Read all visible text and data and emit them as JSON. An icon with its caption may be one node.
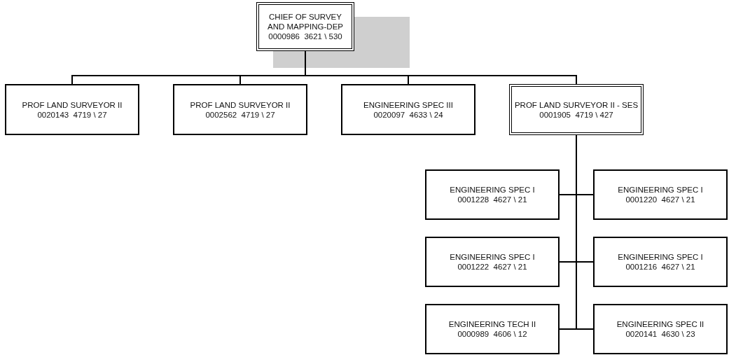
{
  "diagram": {
    "nodes": [
      {
        "text": [
          "CHIEF OF SURVEY AND MAPPING-DEP",
          "0000986  3621 \\ 530"
        ]
      },
      {
        "text": [
          "PROF LAND SURVEYOR II",
          "0020143  4719 \\ 27"
        ]
      },
      {
        "text": [
          "PROF LAND SURVEYOR II",
          "0002562  4719 \\ 27"
        ]
      },
      {
        "text": [
          "ENGINEERING SPEC III",
          "0020097  4633 \\ 24"
        ]
      },
      {
        "text": [
          "PROF LAND SURVEYOR II - SES",
          "0001905  4719 \\ 427"
        ]
      },
      {
        "text": [
          "ENGINEERING SPEC I",
          "0001228  4627 \\ 21"
        ]
      },
      {
        "text": [
          "ENGINEERING SPEC I",
          "0001220  4627 \\ 21"
        ]
      },
      {
        "text": [
          "ENGINEERING SPEC I",
          "0001222  4627 \\ 21"
        ]
      },
      {
        "text": [
          "ENGINEERING SPEC I",
          "0001216  4627 \\ 21"
        ]
      },
      {
        "text": [
          "ENGINEERING TECH II",
          "0000989  4606 \\ 12"
        ]
      },
      {
        "text": [
          "ENGINEERING SPEC II",
          "0020141  4630 \\ 23"
        ]
      }
    ],
    "edges": [
      {
        "from": 0,
        "to": 1,
        "arrow": "none"
      },
      {
        "from": 0,
        "to": 2,
        "arrow": "none"
      },
      {
        "from": 0,
        "to": 3,
        "arrow": "none"
      },
      {
        "from": 0,
        "to": 4,
        "arrow": "none"
      },
      {
        "from": 4,
        "to": 5,
        "arrow": "none"
      },
      {
        "from": 4,
        "to": 6,
        "arrow": "none"
      },
      {
        "from": 4,
        "to": 7,
        "arrow": "none"
      },
      {
        "from": 4,
        "to": 8,
        "arrow": "none"
      },
      {
        "from": 4,
        "to": 9,
        "arrow": "none"
      },
      {
        "from": 4,
        "to": 10,
        "arrow": "none"
      }
    ]
  }
}
